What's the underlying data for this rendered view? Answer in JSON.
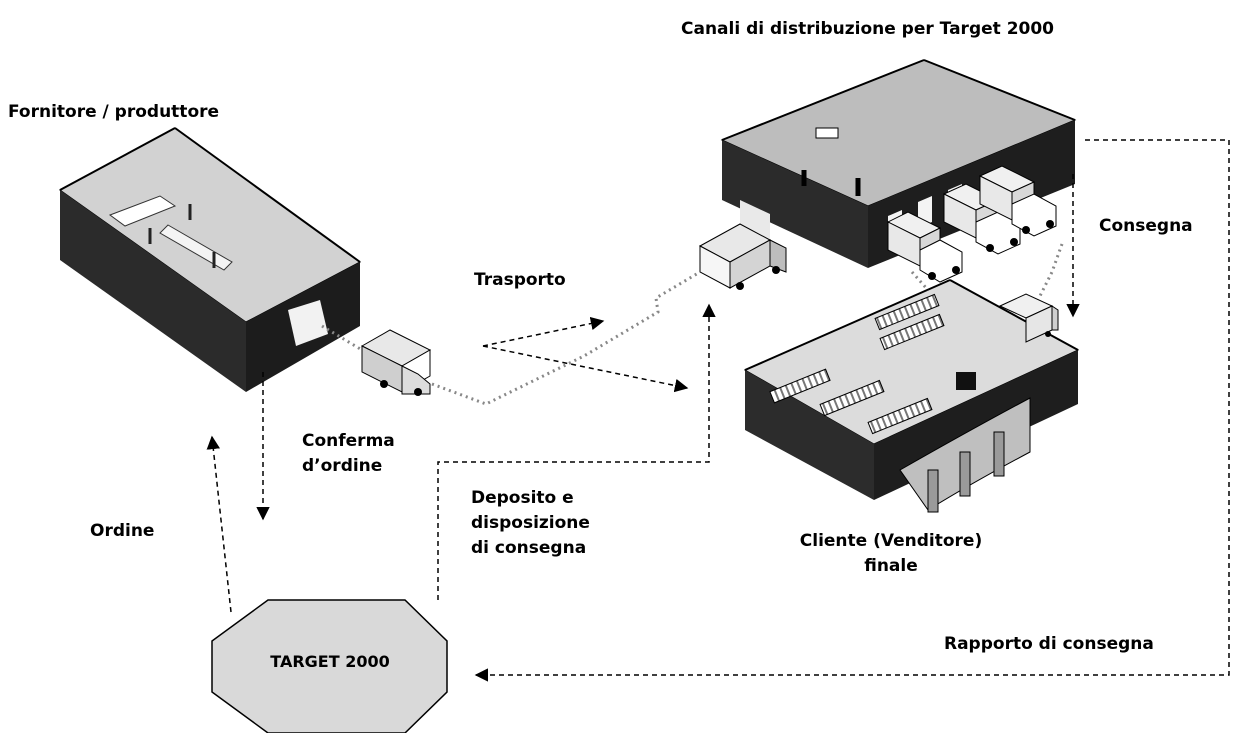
{
  "title": "Canali di distribuzione per Target 2000",
  "nodes": {
    "supplier": "Fornitore / produttore",
    "warehouse": "",
    "customer": [
      "Cliente (Venditore)",
      "finale"
    ],
    "hub": "TARGET 2000"
  },
  "flows": {
    "transport": "Trasporto",
    "order_confirmation": [
      "Conferma",
      "d’ordine"
    ],
    "order": "Ordine",
    "storage": [
      "Deposito e",
      "disposizione",
      "di consegna"
    ],
    "delivery": "Consegna",
    "delivery_report": "Rapporto di consegna"
  },
  "colors": {
    "wall_dark": "#2a2a2a",
    "roof": "#b5b5b5",
    "floor": "#dcdcdc",
    "hub_fill": "#d9d9d9",
    "line": "#000000"
  }
}
